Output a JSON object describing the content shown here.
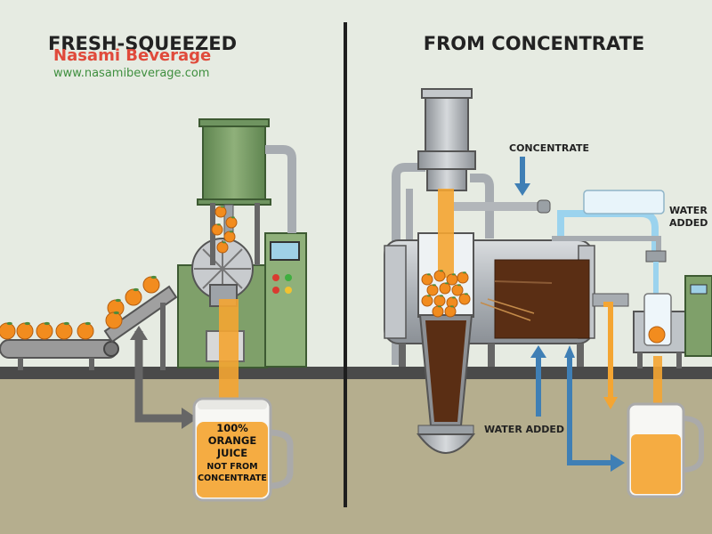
{
  "left_panel": {
    "title": "FRESH-SQUEEZED",
    "jar_label": [
      "100%",
      "ORANGE",
      "JUICE",
      "NOT FROM",
      "CONCENTRATE"
    ]
  },
  "right_panel": {
    "title": "FROM CONCENTRATE",
    "concentrate_label": "CONCENTRATE",
    "water_added_top": [
      "WATER",
      "ADDED"
    ],
    "water_added_bottom": "WATER ADDED"
  },
  "watermark": {
    "name": "Nasami Beverage",
    "url": "www.nasamibeverage.com"
  },
  "colors": {
    "background": "#e6ebe2",
    "ground": "#b5ae8e",
    "juice": "#f4a532",
    "concentrate": "#5a2e14",
    "water": "#9bd3ee",
    "machine_green": "#7fa06a",
    "steel": "#b8bcc0",
    "divider": "#1e1e1e"
  }
}
